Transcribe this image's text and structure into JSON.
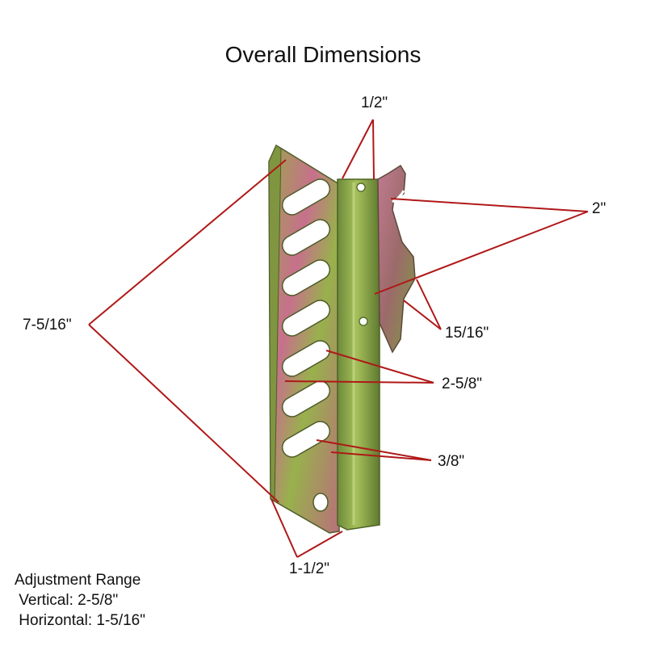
{
  "title": "Overall Dimensions",
  "dimensions": {
    "top_width": "1/2\"",
    "hook_height": "2\"",
    "hook_depth": "15/16\"",
    "slot_spacing": "2-5/8\"",
    "slot_width": "3/8\"",
    "overall_height": "7-5/16\"",
    "bottom_width": "1-1/2\""
  },
  "adjustment": {
    "heading": "Adjustment Range",
    "vertical": " Vertical: 2-5/8\"",
    "horizontal": " Horizontal: 1-5/16\""
  },
  "colors": {
    "leader_line": "#b01818",
    "metal_green": "#8aa64a",
    "metal_pink": "#c46a8a"
  }
}
